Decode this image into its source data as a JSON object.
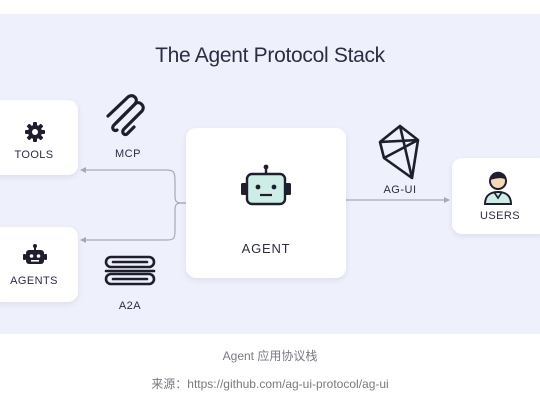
{
  "diagram": {
    "title": "The Agent Protocol Stack",
    "nodes": {
      "tools": {
        "label": "TOOLS",
        "icon": "gear-icon"
      },
      "agents": {
        "label": "AGENTS",
        "icon": "robot-icon"
      },
      "agent": {
        "label": "AGENT",
        "icon": "robot-icon"
      },
      "users": {
        "label": "USERS",
        "icon": "user-icon"
      }
    },
    "protocols": {
      "mcp": {
        "label": "MCP",
        "icon": "mcp-logo-icon"
      },
      "a2a": {
        "label": "A2A",
        "icon": "a2a-logo-icon"
      },
      "agui": {
        "label": "AG-UI",
        "icon": "ag-ui-logo-icon"
      }
    },
    "colors": {
      "background": "#eef0fb",
      "robot_fill": "#cdeee6",
      "ink": "#1e1e2e"
    }
  },
  "caption": {
    "title": "Agent 应用协议栈",
    "source": "来源：https://github.com/ag-ui-protocol/ag-ui"
  }
}
